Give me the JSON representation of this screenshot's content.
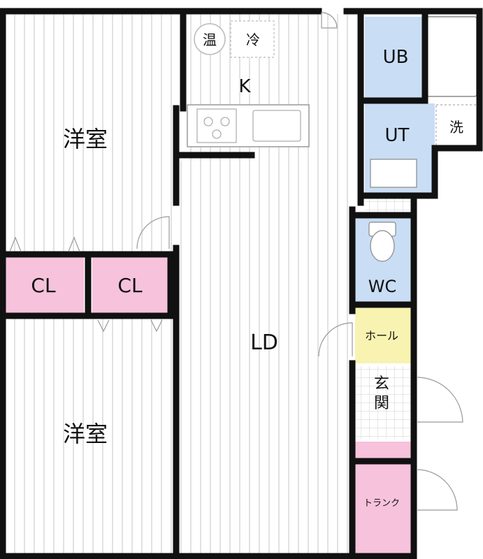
{
  "rooms": {
    "western_room_top": "洋室",
    "western_room_bottom": "洋室",
    "closet_left": "CL",
    "closet_right": "CL",
    "kitchen": "K",
    "living_dining": "LD",
    "unit_bath": "UB",
    "utility": "UT",
    "toilet": "WC",
    "hall": "ホール",
    "entrance_1": "玄",
    "entrance_2": "関",
    "trunk_room": "トランク"
  },
  "fixtures": {
    "water_heater": "温",
    "refrigerator": "冷",
    "washer": "洗"
  },
  "colors": {
    "wall": "#111111",
    "floor_stripe": "#d9d9d9",
    "wet_area_blue": "#c9ddf5",
    "closet_pink": "#f6c2dc",
    "hall_yellow": "#f8f3b0",
    "tile": "#e6e6e6"
  }
}
